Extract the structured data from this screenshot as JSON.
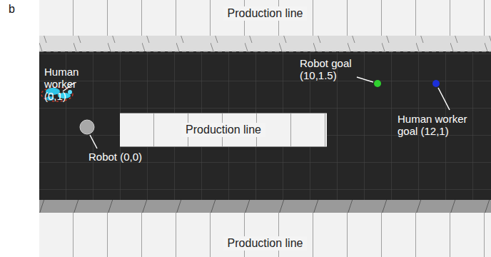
{
  "diagram": {
    "nodes": [
      {
        "text": [
          "Production line"
        ]
      },
      {
        "text": [
          "Production line"
        ]
      },
      {
        "text": [
          "Production line"
        ]
      }
    ],
    "labels": [
      "b",
      "Human worker (0,1)",
      "Robot (0,0)",
      "Robot goal (10,1.5)",
      "Human worker goal (12,1)"
    ]
  }
}
